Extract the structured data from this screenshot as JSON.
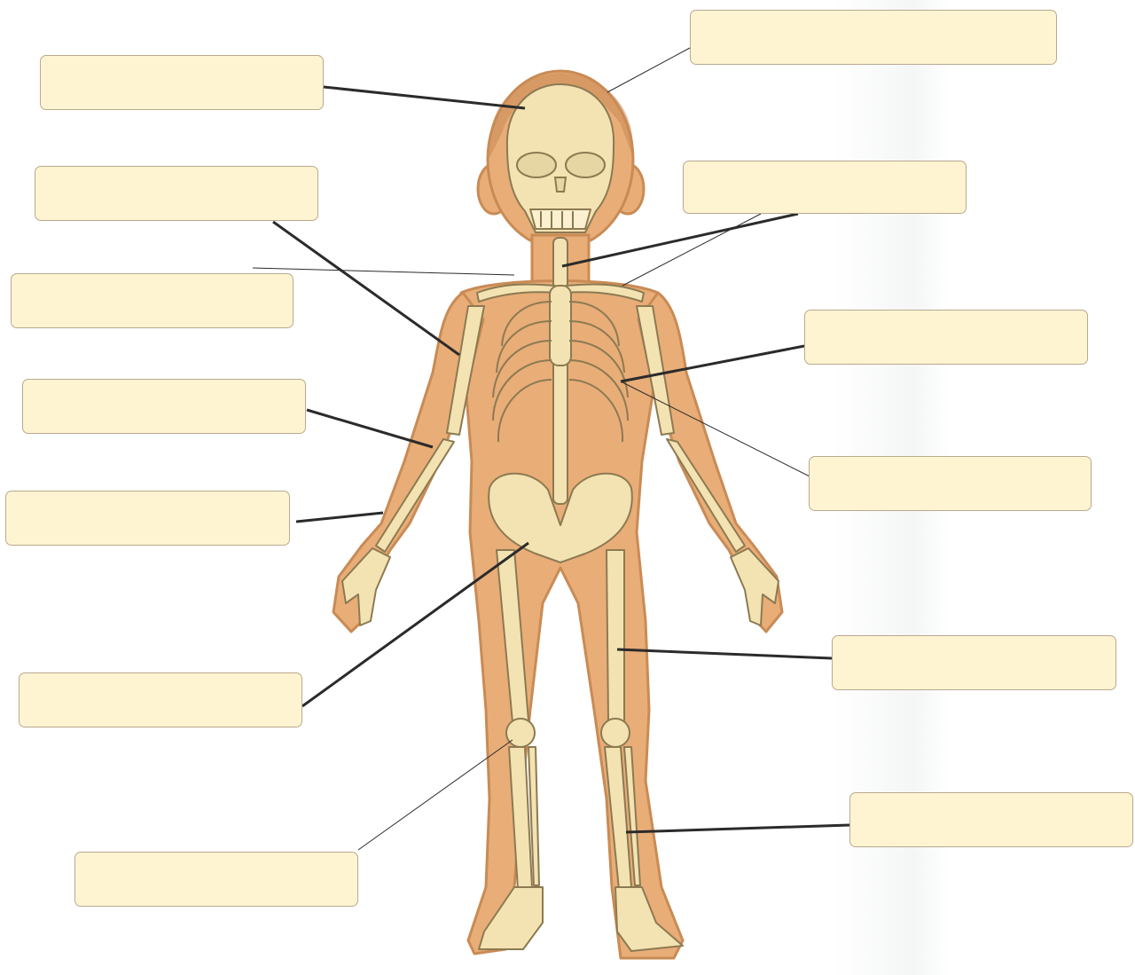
{
  "diagram": {
    "colors": {
      "skin": "#e9ad78",
      "skin_outline": "#c98b55",
      "bone": "#f4e3b2",
      "bone_outline": "#8c7a52",
      "box_fill": "#fff4d1",
      "box_border": "#b9a88f",
      "leader_line": "#2b2b2b"
    },
    "labels": [
      {
        "id": "label-1",
        "text": ""
      },
      {
        "id": "label-2",
        "text": ""
      },
      {
        "id": "label-3",
        "text": ""
      },
      {
        "id": "label-4",
        "text": ""
      },
      {
        "id": "label-5",
        "text": ""
      },
      {
        "id": "label-6",
        "text": ""
      },
      {
        "id": "label-7",
        "text": ""
      },
      {
        "id": "label-8",
        "text": ""
      },
      {
        "id": "label-9",
        "text": ""
      },
      {
        "id": "label-10",
        "text": ""
      },
      {
        "id": "label-11",
        "text": ""
      },
      {
        "id": "label-12",
        "text": ""
      },
      {
        "id": "label-13",
        "text": ""
      }
    ]
  }
}
